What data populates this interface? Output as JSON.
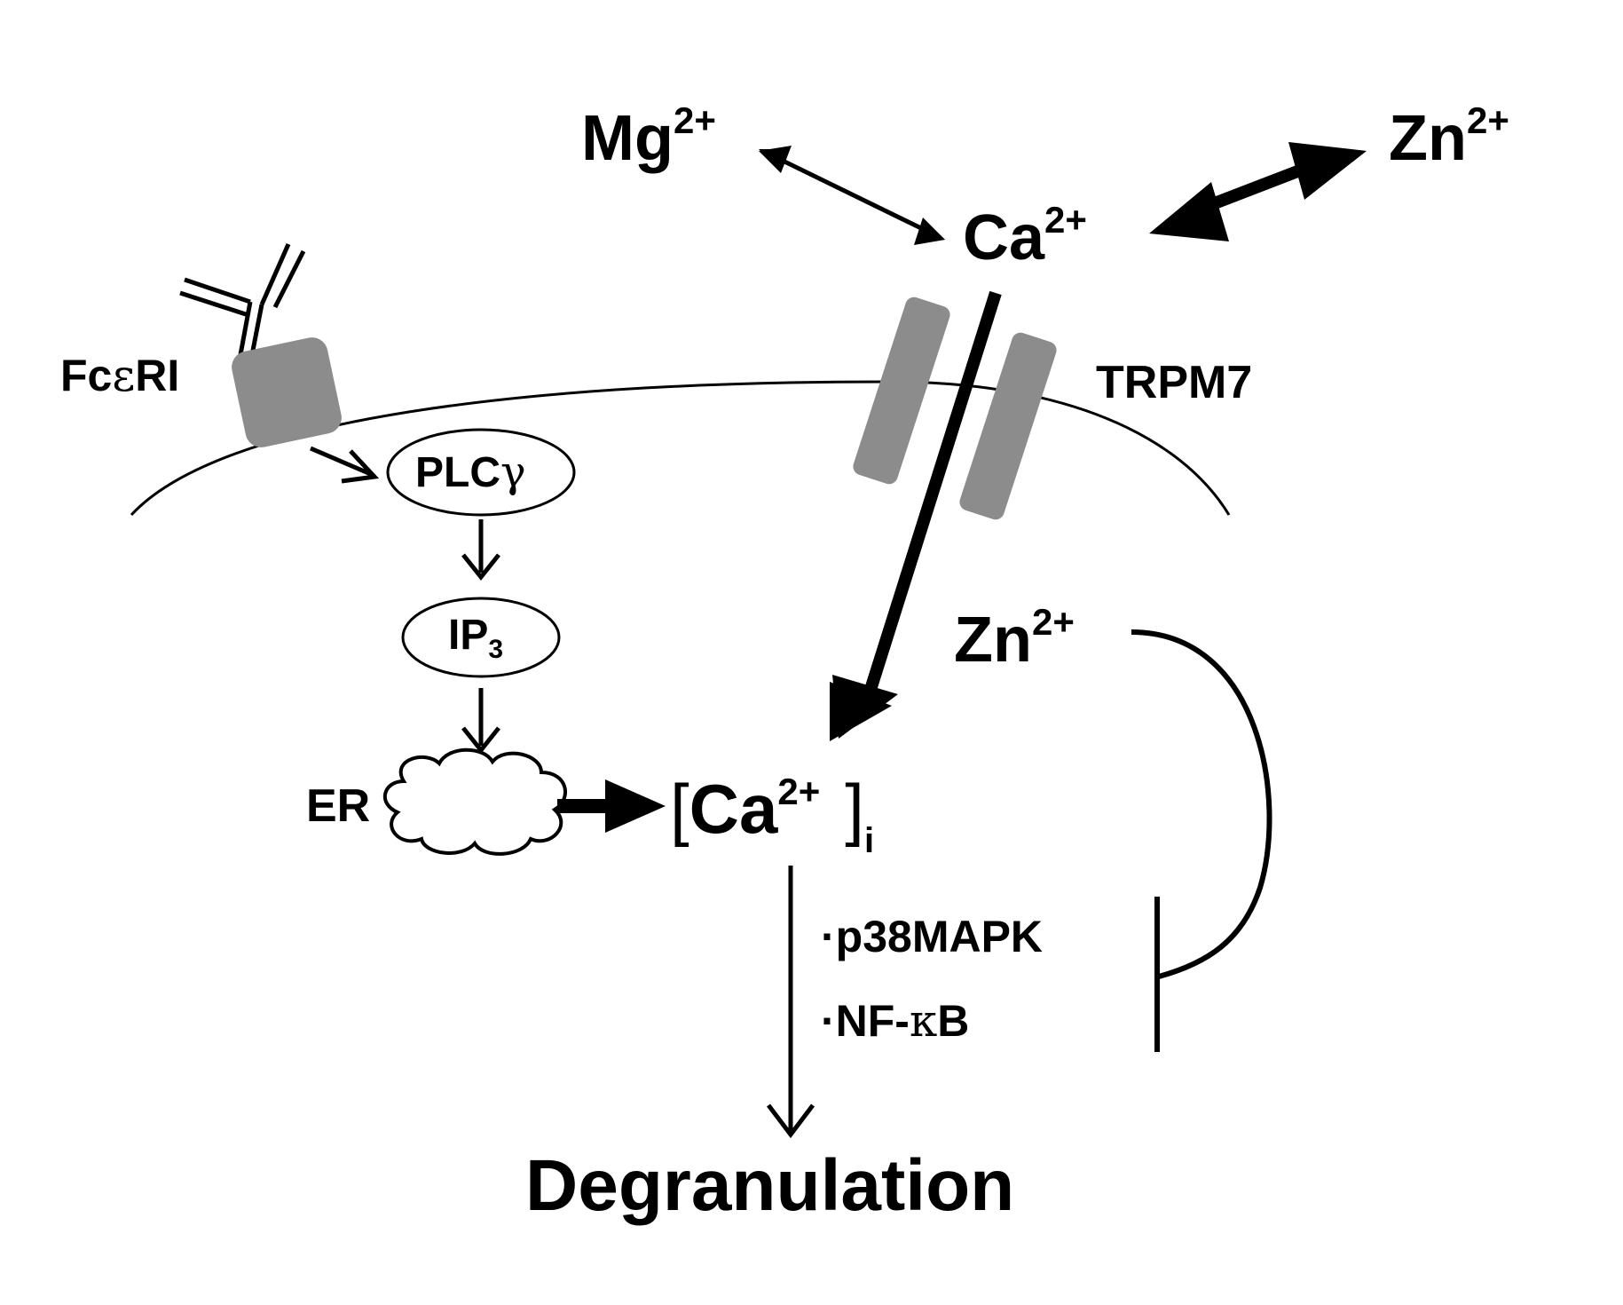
{
  "ions": {
    "mg": {
      "base": "Mg",
      "charge": "2+"
    },
    "zn_out": {
      "base": "Zn",
      "charge": "2+"
    },
    "ca_out": {
      "base": "Ca",
      "charge": "2+"
    },
    "zn_in": {
      "base": "Zn",
      "charge": "2+"
    }
  },
  "receptor": {
    "pre": "Fc",
    "greek": "ε",
    "post": "RI"
  },
  "channel": {
    "label": "TRPM7"
  },
  "plc": {
    "base": "PLC",
    "greek": "γ"
  },
  "ip3": {
    "base": "IP",
    "sub": "3"
  },
  "er": {
    "label": "ER"
  },
  "ca_intra": {
    "open": "[",
    "base": "Ca",
    "charge": "2+",
    "close": "]",
    "sub": "i"
  },
  "mediators": {
    "p38": {
      "bullet": "·",
      "label": "p38MAPK"
    },
    "nfkb": {
      "bullet": "·",
      "pre": "NF-",
      "greek": "κ",
      "post": "B"
    }
  },
  "outcome": {
    "label": "Degranulation"
  },
  "colors": {
    "ink": "#000000",
    "receptor_fill": "#8c8c8c",
    "channel_fill": "#8c8c8c"
  }
}
